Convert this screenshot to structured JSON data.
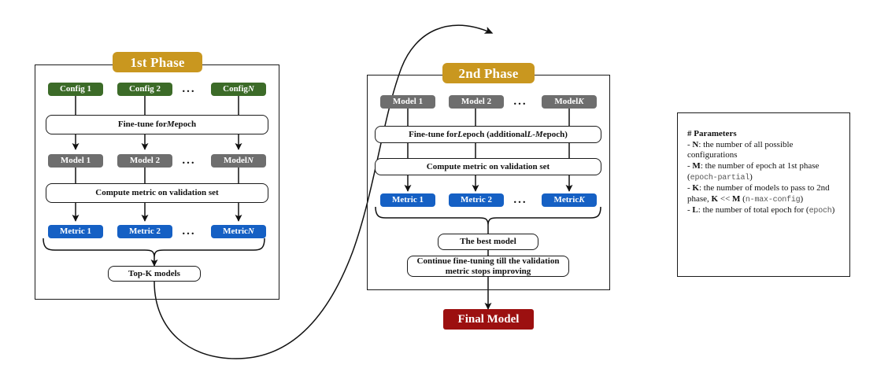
{
  "diagram": {
    "title": "Two-phase fine-tuning pipeline",
    "colors": {
      "phase_header": "#c9971f",
      "config": "#3c6b28",
      "model": "#6e6e6e",
      "metric": "#1560c4",
      "final": "#9c1010",
      "outline": "#1a1a1a",
      "background": "#ffffff"
    }
  },
  "phase1": {
    "header": "1st Phase",
    "configs": [
      "Config 1",
      "Config 2",
      "Config N"
    ],
    "ellipsis": "...",
    "finetune": "Fine-tune for M epoch",
    "models": [
      "Model 1",
      "Model 2",
      "Model N"
    ],
    "compute": "Compute metric on validation set",
    "metrics": [
      "Metric 1",
      "Metric 2",
      "Metric N"
    ],
    "topk": "Top-K models"
  },
  "phase2": {
    "header": "2nd Phase",
    "models": [
      "Model 1",
      "Model 2",
      "Model K"
    ],
    "ellipsis": "...",
    "finetune": "Fine-tune for L epoch (additional L - M epoch)",
    "compute": "Compute metric on validation set",
    "metrics": [
      "Metric 1",
      "Metric 2",
      "Metric K"
    ],
    "best": "The best model",
    "continue_line1": "Continue fine-tuning till the validation",
    "continue_line2": "metric stops improving",
    "final": "Final Model"
  },
  "legend": {
    "title": "# Parameters",
    "items": [
      {
        "symbol": "N",
        "text": ": the number of all possible configurations",
        "code": ""
      },
      {
        "symbol": "M",
        "text": ": the number of epoch at 1st phase ",
        "code": "epoch-partial"
      },
      {
        "symbol": "K",
        "text": ": the number of models to pass to 2nd phase, K << M ",
        "code": "n-max-config"
      },
      {
        "symbol": "L",
        "text": ": the number of total epoch for ",
        "code": "epoch"
      }
    ]
  }
}
